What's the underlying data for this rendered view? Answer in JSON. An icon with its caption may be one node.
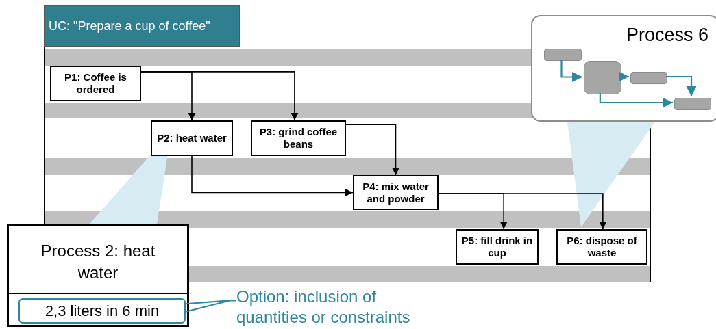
{
  "diagram": {
    "nodes": [
      {
        "text": [
          "UC: \"Prepare a cup of coffee\""
        ]
      },
      {
        "text": [
          "P1: Coffee is ordered"
        ]
      },
      {
        "text": [
          "P2: heat water"
        ]
      },
      {
        "text": [
          "P3: grind coffee beans"
        ]
      },
      {
        "text": [
          "P4: mix water and powder"
        ]
      },
      {
        "text": [
          "P5: fill drink in cup"
        ]
      },
      {
        "text": [
          "P6: dispose of waste"
        ]
      },
      {
        "text": [
          "Process 6"
        ]
      },
      {
        "text": [],
        "shape": "box",
        "in": 7
      },
      {
        "text": [],
        "shape": "box",
        "in": 7
      },
      {
        "text": [],
        "shape": "box",
        "in": 7
      },
      {
        "text": [],
        "shape": "box",
        "in": 7
      },
      {
        "text": [
          "Process 2: heat water"
        ]
      },
      {
        "text": [
          "2,3 liters in 6 min"
        ],
        "in": 12
      },
      {
        "text": [
          "Option: inclusion of quantities or constraints"
        ]
      }
    ],
    "edges": [
      {
        "from": 1,
        "to": 2,
        "arrow": "to"
      },
      {
        "from": 1,
        "to": 3,
        "arrow": "to"
      },
      {
        "from": 2,
        "to": 4,
        "arrow": "to"
      },
      {
        "from": 3,
        "to": 4,
        "arrow": "to"
      },
      {
        "from": 4,
        "to": 5,
        "arrow": "to"
      },
      {
        "from": 4,
        "to": 6,
        "arrow": "to"
      },
      {
        "from": 8,
        "to": 9,
        "arrow": "to",
        "color": "#2e87a0"
      },
      {
        "from": 9,
        "to": 10,
        "arrow": "to",
        "color": "#2e87a0"
      },
      {
        "from": 10,
        "to": 11,
        "arrow": "to",
        "color": "#2e87a0"
      },
      {
        "from": 9,
        "to": 11,
        "arrow": "to",
        "color": "#2e87a0"
      },
      {
        "from": 14,
        "to": 13,
        "arrow": "none",
        "color": "#2e87a0"
      }
    ]
  }
}
